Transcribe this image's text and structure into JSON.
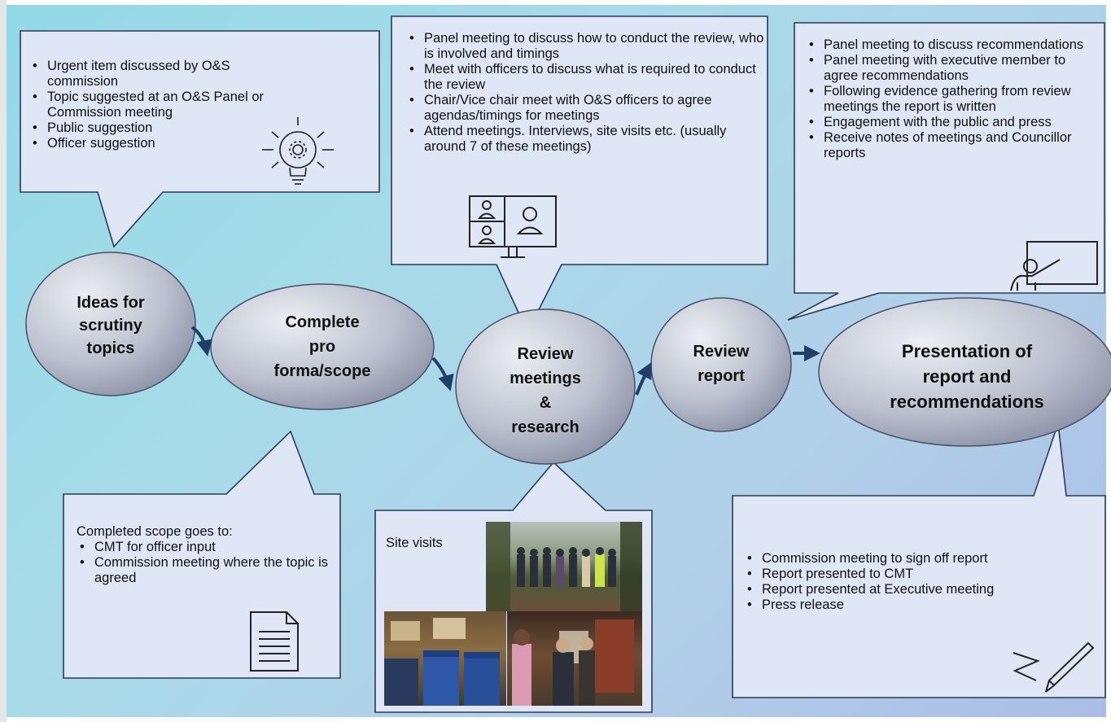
{
  "ideas_box": {
    "items": [
      "Urgent item discussed by O&S commission",
      "Topic suggested at an O&S Panel or Commission meeting",
      "Public suggestion",
      "Officer suggestion"
    ]
  },
  "review_box": {
    "items": [
      "Panel meeting to discuss how to conduct the review, who is involved and timings",
      "Meet with officers to discuss what is required to conduct the review",
      "Chair/Vice chair meet with O&S officers to agree agendas/timings for meetings",
      "Attend meetings. Interviews, site visits etc. (usually around 7 of these meetings)"
    ]
  },
  "report_box": {
    "items": [
      "Panel meeting to discuss recommendations",
      "Panel meeting with executive member to agree recommendations",
      "Following evidence gathering from review meetings the report is written",
      "Engagement with the public and press",
      "Receive notes of meetings and Councillor reports"
    ]
  },
  "scope_box": {
    "intro": "Completed scope goes to:",
    "items": [
      "CMT for officer input",
      "Commission meeting where the topic is agreed"
    ]
  },
  "site_box": {
    "caption": "Site visits"
  },
  "presentation_box": {
    "items": [
      "Commission meeting to sign off report",
      "Report presented to CMT",
      "Report presented at Executive meeting",
      "Press release"
    ]
  },
  "ovals": {
    "ideas": "Ideas for\nscrutiny\ntopics",
    "complete": "Complete\npro\nforma/scope",
    "meetings": "Review\nmeetings\n&\nresearch",
    "report": "Review\nreport",
    "presentation": "Presentation of\nreport and\nrecommendations"
  },
  "icons": {
    "idea": "lightbulb-gear-icon",
    "video": "video-call-icon",
    "presenter": "presenter-board-icon",
    "document": "document-icon",
    "signature": "pen-signature-icon"
  },
  "colors": {
    "box_fill": "#dfe6f5",
    "box_stroke": "#2d3a57",
    "oval_light": "#e6e8ef",
    "oval_dark": "#8c92a6",
    "arrow": "#1f3f66"
  }
}
